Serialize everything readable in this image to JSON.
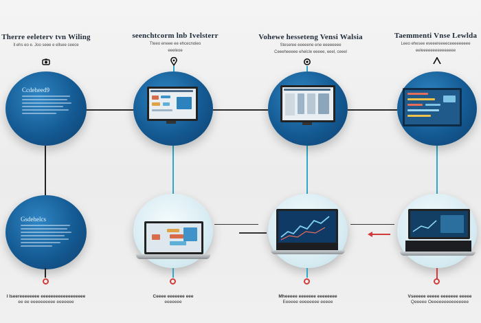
{
  "headers": [
    {
      "title": "Therre eeleterv tvn Wiling",
      "sub1": "ll ehs eo e. Joo seee e ellsee ceece",
      "sub2": ""
    },
    {
      "title": "seenchtcorm lnb Ivelsterr",
      "sub1": "Tteeo eneee ee ehcecnoleo",
      "sub2": "eeeleoe"
    },
    {
      "title": "Vohewe hesseteng Vensi Walsia",
      "sub1": "Steseree eeeeene ene eeeeeeee",
      "sub2": "Ceeeheeeee ehelcle eeeee, eeel, ceeel"
    },
    {
      "title": "Taemmenti Vnse Lewlda",
      "sub1": "Leeo ehesee eveeereeeeceeeeeeeee",
      "sub2": "eeleeeeeeeeeeeeeee"
    }
  ],
  "circle_text": {
    "top": {
      "title": "Ccdeheed9"
    },
    "bottom": {
      "title": "Gsdehelcs"
    }
  },
  "footers": [
    {
      "line1": "l Iseereeeeeeee eeeeeeeeeeeeeeeeee",
      "line2": "ee ee eeeeeeeeee eeeeeee"
    },
    {
      "line1": "Ceeee eeeeeee eee",
      "line2": "eeeeeee"
    },
    {
      "line1": "Mheeeee eeeeeee eeeeeeee",
      "line2": "Eeeeee eeeeeeee eeeee"
    },
    {
      "line1": "Vseeeee eeeee eeeeeee eeeee",
      "line2": "Qeeeee Oeeeeeeeeeeeeeee"
    }
  ],
  "icons": {
    "top": [
      "camera-icon",
      "location-pin-icon",
      "eye-icon",
      "up-arrow-icon"
    ],
    "bottom": [
      "flag-icon",
      "flag-icon",
      "flag-icon",
      "flag-icon"
    ]
  },
  "colors": {
    "dark_blue": "#145a93",
    "teal_line": "#2aa7c9",
    "accent_red": "#d23a3a",
    "connector": "#2a2a2a"
  }
}
